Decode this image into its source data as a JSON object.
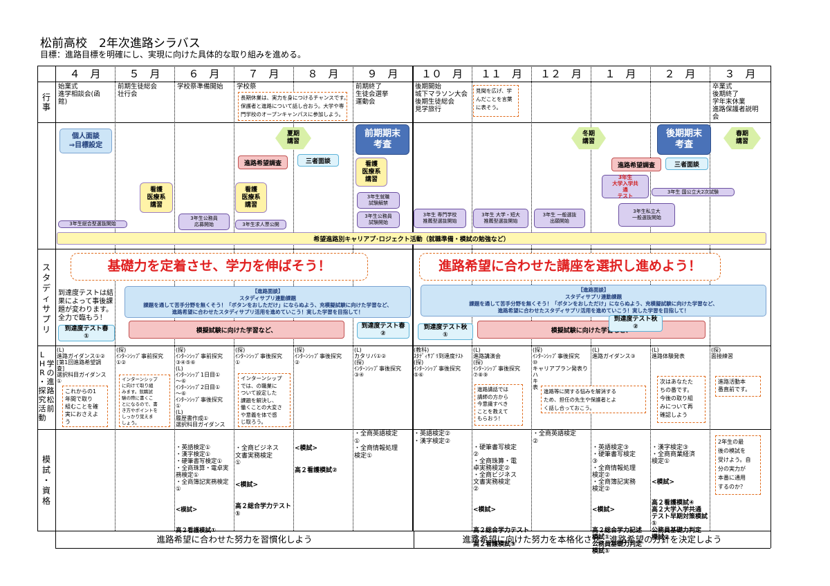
{
  "header": {
    "title": "松前高校　2年次進路シラバス",
    "subtitle": "目標：進路目標を明確にし、実現に向けた具体的な取り組みを進める。"
  },
  "months": [
    "４　月",
    "５　月",
    "６　月",
    "７　月",
    "８　月",
    "９　月",
    "１０　月",
    "１１　月",
    "１２　月",
    "１　月",
    "２　月",
    "３　月"
  ],
  "row_labels": {
    "events": "行\n事",
    "study": "ス\nタ\nデ\nィ\nサ\nプ\nリ",
    "mock": "模\n試\n・\n資\n格"
  },
  "lhr_label": {
    "col1": "L\nH\nR\n・\n探\n究\n活\n動",
    "col2": "学\nの\n進\n路\n松\n前"
  },
  "events": {
    "apr": "始業式\n進学相談会(函\n館)",
    "may": "前期生徒総会\n壮行会",
    "jun": "学校祭準備開始",
    "jul": "学校祭",
    "sep": "前期終了\n生徒会選挙\n運動会",
    "oct": "後期開始\n城下マラソン大会\n後期生徒総会\n見学旅行",
    "mar": "卒業式\n後期終了\n学年末休業\n進路保護者説明\n会",
    "note_jul": "長期休業は、実力を身につけるチャンスです。\n保護者と進路について話し合おう。大学や専\n門学校のオープンキャンパスに参加しよう。",
    "note_jul_emph": "オープンキャンパス",
    "note_nov": "見聞を広げ、学\nんだことを言葉\nに表そう。"
  },
  "schedule": {
    "interview": "個人面談\n⇒目標設定",
    "summer": "夏期\n講習",
    "exam1": "前期期末\n考査",
    "winter": "冬期\n講習",
    "exam2": "後期期末\n考査",
    "spring": "春期\n講習",
    "survey1": "進路希望調査",
    "meeting1": "三者面談",
    "survey2": "進路希望調査",
    "meeting2": "三者面談",
    "nurse1": "看護\n医療系\n講習",
    "nurse2": "看護\n医療系\n講習",
    "nurse3": "看護\n医療系\n講習",
    "b_apr": "3年生総合型選抜開始",
    "b_jun": "3年生公務員\n応募開始",
    "b_jul": "3年生求人票公開",
    "b_sep1": "3年生就職\n試験解禁",
    "b_sep2": "3年生公務員\n試験開始",
    "b_oct": "3年生 専門学校\n推薦型選抜開始",
    "b_nov": "3年生 大学・短大\n推薦型選抜開始",
    "b_dec": "3年生 一般選抜\n出願開始",
    "b_jan1": "3年生\n大学入学共\n通\nテスト",
    "b_jan2": "3年生私立大\n一般選抜開始",
    "b_feb": "3年生 国公立大2次試験",
    "career": "希望進路別キャリアプ･ロジェクト活動（就職準備・模試の勉強など）"
  },
  "study": {
    "slogan1": "基礎力を定着させ、学力を伸ばそう！",
    "slogan2": "進路希望に合わせた講座を選択し進めよう！",
    "apr_text": "到達度テストは結\n果によって事後課\n題が変わります。\n全力で臨もう！",
    "panel1": "【進路面談】\nスタディサプリ連動課題\n課題を通して苦手分野を無くそう！「ボタンをおしただけ」にならぬよう、充模擬試験に向けた学習など、\n進路希望に合わせたスタディサプリ活用を進めていこう！実した学習を目指して！",
    "panel2": "【進路面談】\nスタディサプリ連動課題\n課題を通して苦手分野を無くそう！「ボタンをおしただけ」にならぬよう、充模擬試験に向けた学習など、\n進路希望に合わせたスタディサプリ活用を進めていこう！実した学習を目指して！",
    "mock1": "模擬試験に向けた学習など、",
    "mock2": "模擬試験に向けた学習など、",
    "t_spring": "到達度テスト春\n①",
    "t_spring2": "到達度テスト春\n②",
    "t_autumn": "到達度テスト秋\n①",
    "t_autumn2": "到達度テスト秋\n②"
  },
  "lhr": {
    "apr": "(L)\n進路ガイダンス①②\n[第1回進路希望調\n査]\n選択科目ガイダンス\n①",
    "apr_note": "これからの1\n年間で取り\n組むことを確\n実におさえよ\nう",
    "may": "(探)\nｲﾝﾀｰﾝｼｯﾌﾟ事前探究\n①②",
    "may_note": "インターンシップ\nに向けて取り組\nみます。就職試\n験の際に書くこ\nとになるので、書\nき方やポイントを\nしっかり覚えま\nしょう。",
    "jun": "(探)\nｲﾝﾀｰﾝｼｯﾌﾟ事前探究\n③④⑤⑥\n(L)\nｲﾝﾀｰﾝｼｯﾌﾟ1日目①\n～⑥\nｲﾝﾀｰﾝｼｯﾌﾟ2日目①\n～⑥\nｲﾝﾀｰﾝｼｯﾌﾟ事後探究\n①\n(L)\n履歴書作成①\n選択科目ガイダンス",
    "jul": "(探)\nｲﾝﾀｰﾝｼｯﾌﾟ事後探究\n①",
    "jul_note": "インターンシップ\nでは、の職業に\nついて設定した\n課題を解決し、\n働くことの大変さ\nや意義を体で感\nじ取ろう。",
    "aug": "(探)\nｲﾝﾀｰﾝｼｯﾌﾟ事後探究\n②",
    "sep": "(L)\nカタリバ①②\n(探)\nｲﾝﾀｰﾝｼｯﾌﾟ事後探究\n③④",
    "oct": "(教科)\nｽﾀﾃﾞｨｻﾌﾟﾘ到達度ﾃｽﾄ\n(探)\nｲﾝﾀｰﾝｼｯﾌﾟ事後探究\n⑤⑥",
    "nov": "(L)\n進路講演会\n(探)\nｲﾝﾀｰﾝｼｯﾌﾟ事後探究\n⑦⑧⑨",
    "nov_note": "進路講話では\n講師の方から\n今意識すべき\nことを教えて\nもらおう！",
    "dec": "(探)\nｲﾝﾀｰﾝｼｯﾌﾟ事後探究\n⑩\nキャリアプラン発表り\nハ\nキ\n表",
    "dec_note": "進路等に関する悩みを解消する\nため、担任の先生や保護者とよ\nく話し合っておこう。",
    "jan": "(L)\n進路ガイダンス③",
    "feb": "(L)\n進路体験発表",
    "feb_note": "次はあなたた\nちの番です。\n今後の取り組\nみについて再\n確認しよう",
    "mar": "(探)\n面接練習",
    "mar_note": "進路活動本\n番直前です。"
  },
  "mock": {
    "jun": "・英語検定①\n・漢字検定①\n・硬筆書写検定①\n・全商珠算・電卓実\n務検定①\n・全商簿記実務検定\n①",
    "jun_label": "<模試>",
    "jun_emph": "高２看護模試①",
    "jul": "・全商ビジネス\n文書実務検定\n①",
    "jul_label": "<模試>",
    "jul_emph": "高２総合学力テスト\n①",
    "aug_label": "<模試>",
    "aug_emph": "高２看護模試②",
    "sep": "・全商英語検定\n①\n・全商情報処理\n検定①",
    "oct": "・英語検定②\n・漢字検定②",
    "nov": "・硬筆書写検定\n②\n・全商珠算・電\n卓実務検定②\n・全商ビジネス\n文書実務検定\n②",
    "nov_label": "<模試>",
    "nov_emph": "高２総合学力テスト\n②\n高２看護模試③",
    "dec": "・全商英語検定\n②",
    "jan": "・英語検定③\n・硬筆書写検定\n③\n・全商情報処理\n検定②\n・全商簿記実務\n検定②",
    "jan_label": "<模試>",
    "jan_emph": "高２総合学力記述\n模試①\n公務員基礎力判定\n模試①",
    "feb": "・漢字検定③\n・全商商業経済\n検定①",
    "feb_label": "<模試>",
    "feb_emph": "高２看護模試④\n高２大学入学共通\nテスト早期対策模試\n①\n公務員基礎力判定\n模試②",
    "mar_note": "2年生の最\n後の模試を\n受けよう。自\n分の実力が\n本番に通用\nするのか？"
  },
  "footer": {
    "left": "進路希望に合わせた努力を習慣化しよう",
    "right": "進路希望に向けた努力を本格化させ、進路希望の方針を決定しよう"
  }
}
